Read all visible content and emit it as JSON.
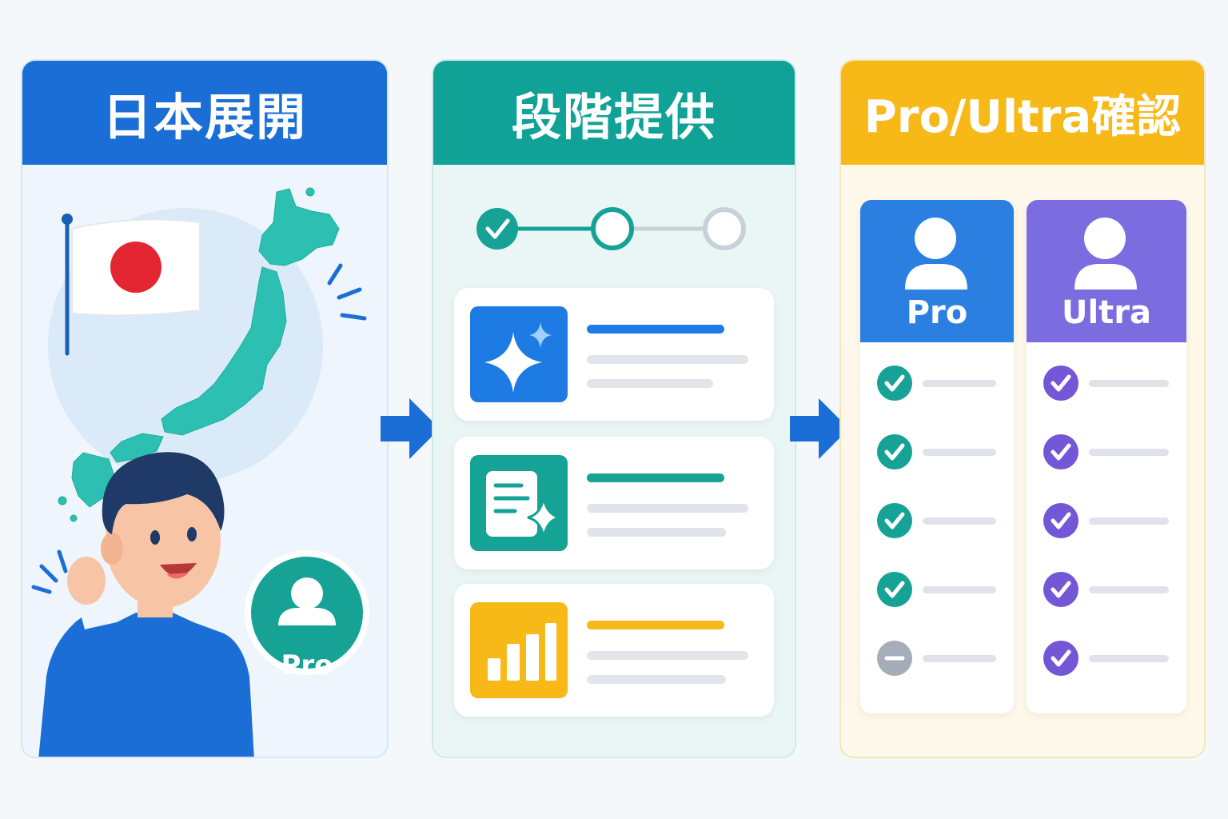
{
  "panels": [
    {
      "title": "日本展開",
      "color": "#1a6ed6",
      "badge": "Pro"
    },
    {
      "title": "段階提供",
      "color": "#10a297",
      "steps": [
        "complete",
        "current",
        "upcoming"
      ]
    },
    {
      "title": "Pro/Ultra確認",
      "color": "#f7b918"
    }
  ],
  "plans": [
    {
      "label": "Pro",
      "color": "#2b7fe0",
      "check_color": "#16a396",
      "features": [
        "check",
        "check",
        "check",
        "check",
        "minus"
      ]
    },
    {
      "label": "Ultra",
      "color": "#7b6ddf",
      "check_color": "#7357d6",
      "features": [
        "check",
        "check",
        "check",
        "check",
        "check"
      ]
    }
  ],
  "cards": [
    {
      "icon": "sparkle-icon",
      "color": "#1f7be4"
    },
    {
      "icon": "document-sparkle-icon",
      "color": "#14a394"
    },
    {
      "icon": "bar-chart-icon",
      "color": "#f7b918"
    }
  ]
}
